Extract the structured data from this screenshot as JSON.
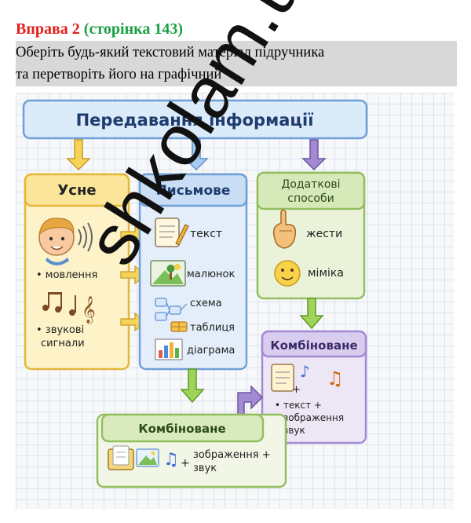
{
  "exercise": {
    "title": "Вправа 2",
    "page_ref": "(сторінка 143)",
    "task_line1": "Оберіть будь-який текстовий матеріал підручника",
    "task_line2": "та перетворіть його на графічний"
  },
  "poster": {
    "title": "Передавання інформації",
    "oral": {
      "header": "Усне",
      "speech": "• мовлення",
      "signals_line1": "• звукові",
      "signals_line2": "сигнали"
    },
    "written": {
      "header": "Письмове",
      "items": [
        "текст",
        "малюнок",
        "схема",
        "таблиця",
        "діаграма"
      ]
    },
    "additional": {
      "header_line1": "Додаткові",
      "header_line2": "способи",
      "gestures": "жести",
      "mimic": "міміка"
    },
    "combined_right": {
      "header": "Комбіноване",
      "plus": "+",
      "line1": "• текст +",
      "line2": "• зображення",
      "line3": "• звук"
    },
    "combined_bottom": {
      "header": "Комбіноване",
      "plus": "+",
      "line1": "зображення +",
      "line2": "звук"
    }
  },
  "watermark": "shkolam.ua",
  "colors": {
    "title_red": "#e0201b",
    "title_green": "#18a043",
    "oral_yellow": "#fbe9a6",
    "written_blue": "#dcebf8",
    "additional_green": "#e4f0cf",
    "combined_purple": "#e8e2f3"
  }
}
